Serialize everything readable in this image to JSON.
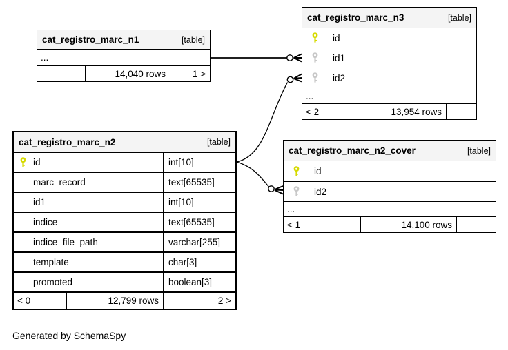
{
  "note": "Generated by SchemaSpy",
  "colors": {
    "pk_key": "#d6da00",
    "fk_key": "#c8c8c8",
    "header_bg": "#f4f4f4",
    "line": "#000000"
  },
  "tables": {
    "n1": {
      "name": "cat_registro_marc_n1",
      "badge": "[table]",
      "ellipsis": "...",
      "footer": {
        "left": "",
        "center": "14,040 rows",
        "right": "1 >"
      }
    },
    "n3": {
      "name": "cat_registro_marc_n3",
      "badge": "[table]",
      "columns": [
        {
          "name": "id",
          "key": "primary"
        },
        {
          "name": "id1",
          "key": "foreign"
        },
        {
          "name": "id2",
          "key": "foreign"
        }
      ],
      "ellipsis": "...",
      "footer": {
        "left": "< 2",
        "center": "13,954 rows",
        "right": ""
      }
    },
    "n2": {
      "name": "cat_registro_marc_n2",
      "badge": "[table]",
      "columns": [
        {
          "name": "id",
          "type": "int[10]",
          "key": "primary"
        },
        {
          "name": "marc_record",
          "type": "text[65535]",
          "key": ""
        },
        {
          "name": "id1",
          "type": "int[10]",
          "key": ""
        },
        {
          "name": "indice",
          "type": "text[65535]",
          "key": ""
        },
        {
          "name": "indice_file_path",
          "type": "varchar[255]",
          "key": ""
        },
        {
          "name": "template",
          "type": "char[3]",
          "key": ""
        },
        {
          "name": "promoted",
          "type": "boolean[3]",
          "key": ""
        }
      ],
      "footer": {
        "left": "< 0",
        "center": "12,799 rows",
        "right": "2 >"
      }
    },
    "n2_cover": {
      "name": "cat_registro_marc_n2_cover",
      "badge": "[table]",
      "columns": [
        {
          "name": "id",
          "key": "primary"
        },
        {
          "name": "id2",
          "key": "foreign"
        }
      ],
      "ellipsis": "...",
      "footer": {
        "left": "< 1",
        "center": "14,100 rows",
        "right": ""
      }
    }
  },
  "relations": [
    {
      "fk_table": "cat_registro_marc_n3",
      "fk_column": "id1",
      "ref_table": "cat_registro_marc_n1",
      "fk_end": "zero-or-many"
    },
    {
      "fk_table": "cat_registro_marc_n3",
      "fk_column": "id2",
      "ref_table": "cat_registro_marc_n2",
      "fk_end": "zero-or-many"
    },
    {
      "fk_table": "cat_registro_marc_n2_cover",
      "fk_column": "id2",
      "ref_table": "cat_registro_marc_n2",
      "fk_end": "zero-or-many"
    }
  ]
}
